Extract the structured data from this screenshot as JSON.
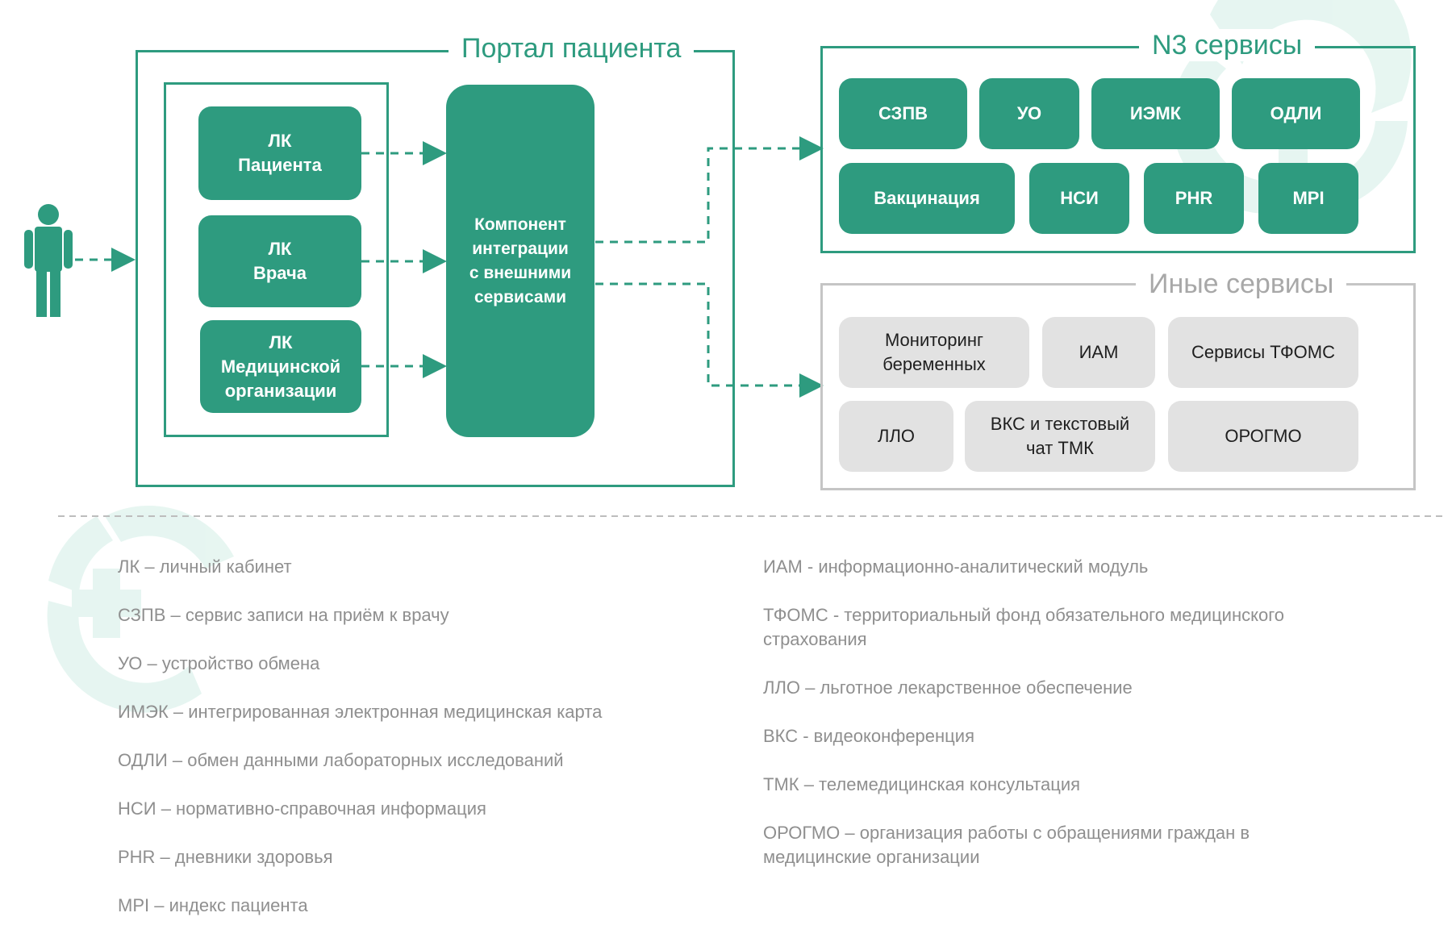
{
  "colors": {
    "accent": "#2e9b7f",
    "gray_box": "#e2e2e2",
    "gray_text": "#8f8f8f",
    "watermark": "#c9ebe1"
  },
  "portal": {
    "title": "Портал пациента",
    "lk_patient": "ЛК\nПациента",
    "lk_doctor": "ЛК\nВрача",
    "lk_mo": "ЛК\nМедицинской\nорганизации",
    "integration": "Компонент\nинтеграции\nс внешними\nсервисами"
  },
  "n3": {
    "title": "N3 сервисы",
    "row1": [
      "СЗПВ",
      "УО",
      "ИЭМК",
      "ОДЛИ"
    ],
    "row2": [
      "Вакцинация",
      "НСИ",
      "PHR",
      "MPI"
    ]
  },
  "other": {
    "title": "Иные сервисы",
    "row1": [
      "Мониторинг\nбеременных",
      "ИАМ",
      "Сервисы ТФОМС"
    ],
    "row2": [
      "ЛЛО",
      "ВКС и текстовый\nчат ТМК",
      "ОРОГМО"
    ]
  },
  "legend_left": [
    "ЛК – личный кабинет",
    "СЗПВ – сервис записи на приём к врачу",
    "УО – устройство обмена",
    "ИМЭК – интегрированная электронная медицинская карта",
    "ОДЛИ – обмен данными лабораторных исследований",
    "НСИ – нормативно-справочная информация",
    "PHR – дневники здоровья",
    "MPI – индекс пациента"
  ],
  "legend_right": [
    "ИАМ - информационно-аналитический модуль",
    "ТФОМС - территориальный фонд обязательного медицинского\nстрахования",
    "ЛЛО – льготное лекарственное обеспечение",
    "ВКС - видеоконференция",
    "ТМК – телемедицинская консультация",
    "ОРОГМО – организация работы с обращениями граждан в\nмедицинские организации"
  ]
}
